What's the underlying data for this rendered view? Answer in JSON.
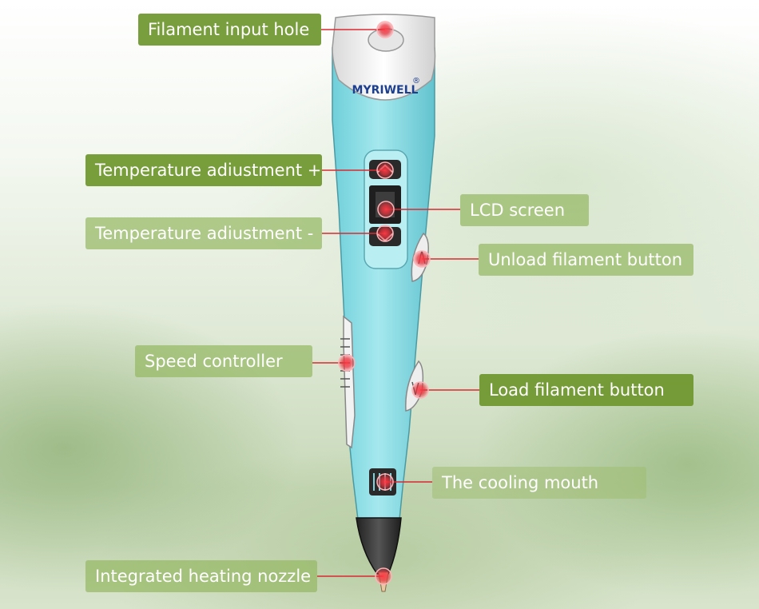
{
  "brand": {
    "logo_text": "MYRIWELL",
    "registered_mark": "®"
  },
  "colors": {
    "pen_body": "#8fdde6",
    "pen_cap": "#f2f2f2",
    "nozzle": "#3a3a3a",
    "marker_red": "#e8323c",
    "label_dark": "#6e962d",
    "label_light": "#96b964"
  },
  "callouts": [
    {
      "key": "filament_input_hole",
      "text": "Filament input hole"
    },
    {
      "key": "temp_plus",
      "text": "Temperature adiustment +"
    },
    {
      "key": "lcd_screen",
      "text": "LCD screen"
    },
    {
      "key": "temp_minus",
      "text": "Temperature adiustment -"
    },
    {
      "key": "unload_button",
      "text": "Unload filament button"
    },
    {
      "key": "speed_controller",
      "text": "Speed controller"
    },
    {
      "key": "load_button",
      "text": "Load filament button"
    },
    {
      "key": "cooling_mouth",
      "text": "The cooling mouth"
    },
    {
      "key": "heating_nozzle",
      "text": "Integrated heating nozzle"
    }
  ]
}
